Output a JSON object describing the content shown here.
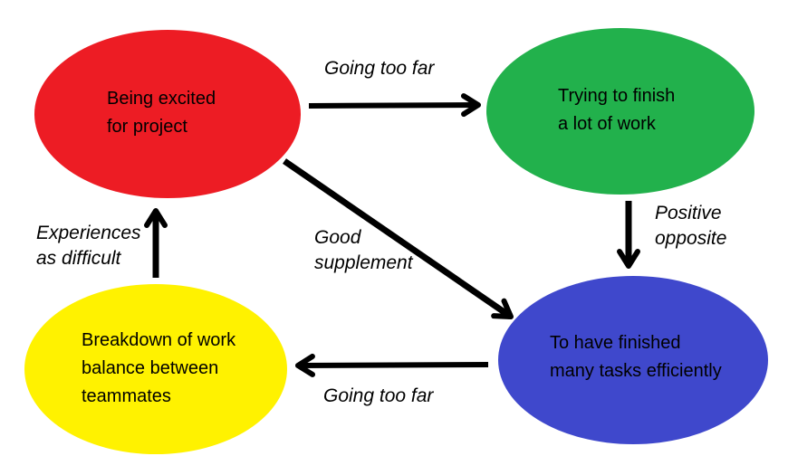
{
  "colors": {
    "background": "#ffffff",
    "text": "#000000",
    "arrow": "#000000"
  },
  "nodes": [
    {
      "id": "excited",
      "label": "Being excited\nfor project",
      "fill": "#ed1c24"
    },
    {
      "id": "trying-finish",
      "label": "Trying to finish\na lot of work",
      "fill": "#22b14c"
    },
    {
      "id": "finished-tasks",
      "label": "To have finished\nmany tasks efficiently",
      "fill": "#3f48cc"
    },
    {
      "id": "breakdown",
      "label": "Breakdown of work\nbalance between\nteammates",
      "fill": "#fff200"
    }
  ],
  "edges": [
    {
      "from": "excited",
      "to": "trying-finish",
      "label": "Going too far"
    },
    {
      "from": "trying-finish",
      "to": "finished-tasks",
      "label": "Positive\nopposite"
    },
    {
      "from": "excited",
      "to": "finished-tasks",
      "label": "Good\nsupplement"
    },
    {
      "from": "finished-tasks",
      "to": "breakdown",
      "label": "Going too far"
    },
    {
      "from": "breakdown",
      "to": "excited",
      "label": "Experiences\nas difficult"
    }
  ]
}
